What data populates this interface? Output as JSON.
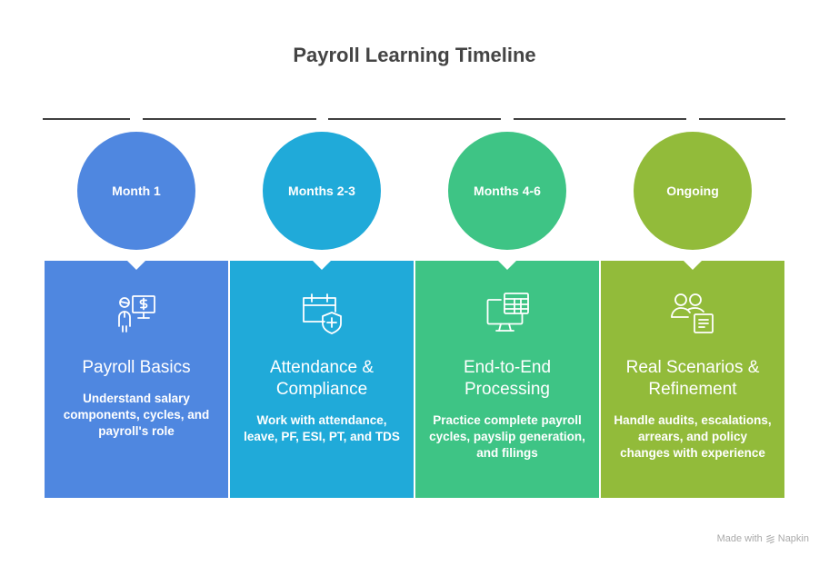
{
  "title": "Payroll Learning Timeline",
  "colors": {
    "stage1": "#4F87E0",
    "stage2": "#20AAD9",
    "stage3": "#3EC485",
    "stage4": "#92BB3A",
    "title_text": "#444444",
    "line": "#404040"
  },
  "stages": [
    {
      "period": "Month 1",
      "icon": "person-dollar-monitor-icon",
      "title": "Payroll Basics",
      "description": "Understand salary components, cycles, and payroll's role"
    },
    {
      "period": "Months 2-3",
      "icon": "calendar-shield-icon",
      "title": "Attendance & Compliance",
      "description": "Work with attendance, leave, PF, ESI, PT, and TDS"
    },
    {
      "period": "Months 4-6",
      "icon": "monitor-spreadsheet-icon",
      "title": "End-to-End Processing",
      "description": "Practice complete payroll cycles, payslip generation, and filings"
    },
    {
      "period": "Ongoing",
      "icon": "users-document-icon",
      "title": "Real Scenarios & Refinement",
      "description": "Handle audits, escalations, arrears, and policy changes with experience"
    }
  ],
  "footer": {
    "prefix": "Made with",
    "brand": "Napkin"
  }
}
